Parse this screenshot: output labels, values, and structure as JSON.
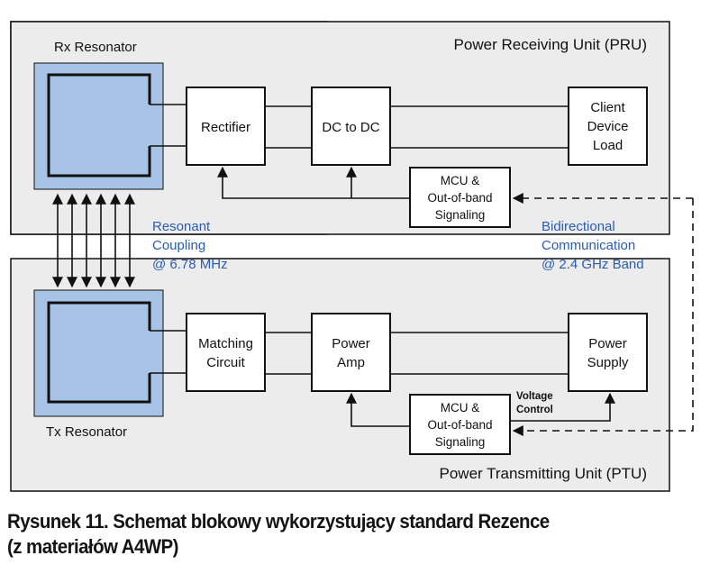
{
  "pru": {
    "title": "Power Receiving Unit (PRU)",
    "resonator_label": "Rx Resonator",
    "blocks": {
      "rectifier": "Rectifier",
      "dc_to_dc": "DC to DC",
      "client_load": [
        "Client",
        "Device",
        "Load"
      ],
      "mcu": [
        "MCU &",
        "Out-of-band",
        "Signaling"
      ]
    }
  },
  "ptu": {
    "title": "Power Transmitting Unit (PTU)",
    "resonator_label": "Tx Resonator",
    "blocks": {
      "matching": [
        "Matching",
        "Circuit"
      ],
      "power_amp": [
        "Power",
        "Amp"
      ],
      "power_supply": [
        "Power",
        "Supply"
      ],
      "mcu": [
        "MCU &",
        "Out-of-band",
        "Signaling"
      ]
    },
    "voltage_control": [
      "Voltage",
      "Control"
    ]
  },
  "coupling": {
    "label": [
      "Resonant",
      "Coupling",
      "@ 6.78 MHz"
    ],
    "arrow_count": 6
  },
  "communication": {
    "label": [
      "Bidirectional",
      "Communication",
      "@ 2.4 GHz Band"
    ]
  },
  "colors": {
    "resonator_fill": "#a7c4e6",
    "unit_background": "#ececec",
    "annotation_text": "#2a5cb0"
  },
  "caption": {
    "line1": "Rysunek 11. Schemat blokowy wykorzystujący standard Rezence",
    "line2": "(z materiałów A4WP)"
  }
}
